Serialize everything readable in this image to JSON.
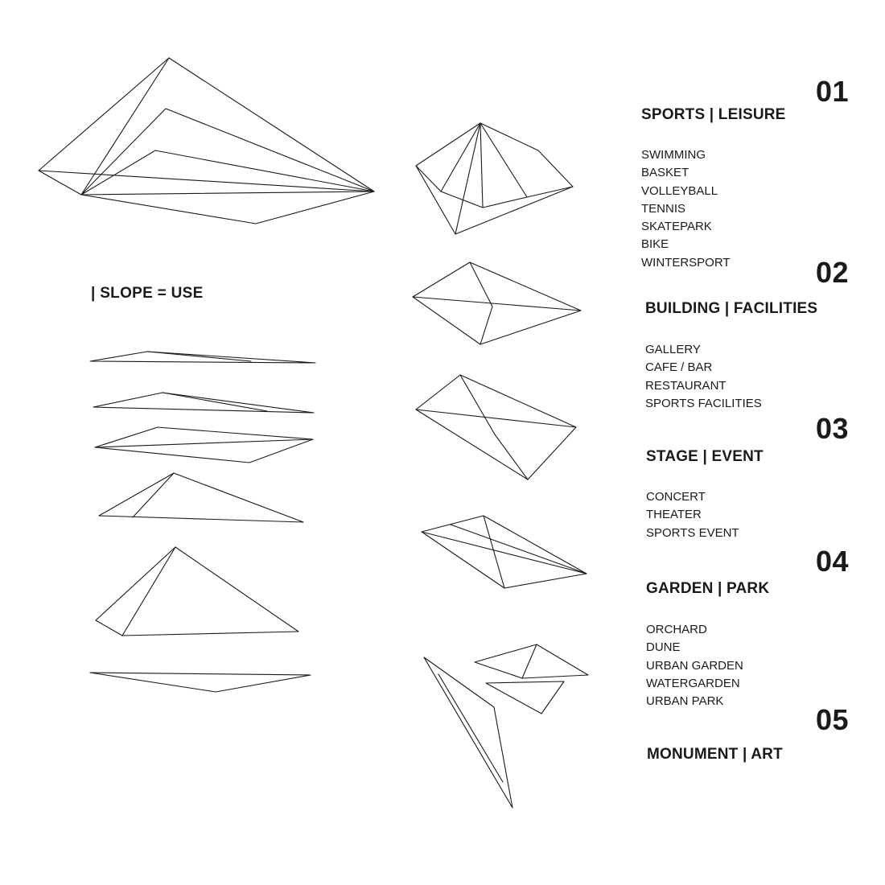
{
  "slope_label": "| SLOPE = USE",
  "sections": [
    {
      "number": "01",
      "title": "SPORTS | LEISURE",
      "items": [
        "SWIMMING",
        "BASKET",
        "VOLLEYBALL",
        "TENNIS",
        "SKATEPARK",
        "BIKE",
        "WINTERSPORT"
      ]
    },
    {
      "number": "02",
      "title": "BUILDING | FACILITIES",
      "items": [
        "GALLERY",
        "CAFE / BAR",
        "RESTAURANT",
        "SPORTS FACILITIES"
      ]
    },
    {
      "number": "03",
      "title": "STAGE | EVENT",
      "items": [
        "CONCERT",
        "THEATER",
        "SPORTS EVENT"
      ]
    },
    {
      "number": "04",
      "title": "GARDEN | PARK",
      "items": [
        "ORCHARD",
        "DUNE",
        "URBAN GARDEN",
        "WATERGARDEN",
        "URBAN PARK"
      ]
    },
    {
      "number": "05",
      "title": "MONUMENT | ART",
      "items": []
    }
  ],
  "colors": {
    "background": "#ffffff",
    "line": "#1a1a1a",
    "text": "#1a1a1a"
  }
}
